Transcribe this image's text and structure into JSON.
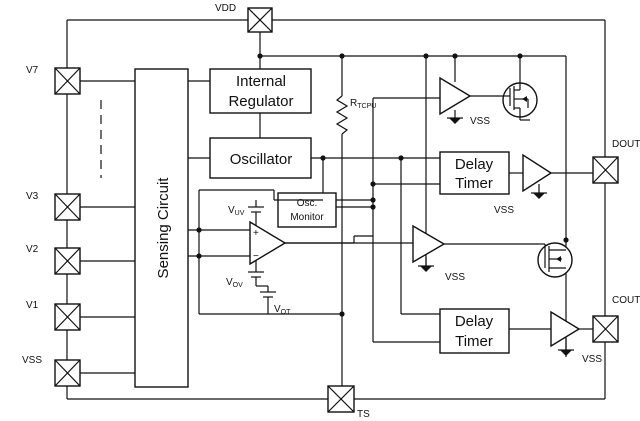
{
  "pins": {
    "vdd": "VDD",
    "v7": "V7",
    "v3": "V3",
    "v2": "V2",
    "v1": "V1",
    "vss": "VSS",
    "ts": "TS",
    "dout": "DOUT",
    "cout": "COUT"
  },
  "blocks": {
    "internal_regulator_line1": "Internal",
    "internal_regulator_line2": "Regulator",
    "oscillator": "Oscillator",
    "sensing_circuit": "Sensing Circuit",
    "osc_monitor_line1": "Osc.",
    "osc_monitor_line2": "Monitor",
    "delay_timer_top_line1": "Delay",
    "delay_timer_top_line2": "Timer",
    "delay_timer_bottom_line1": "Delay",
    "delay_timer_bottom_line2": "Timer"
  },
  "labels": {
    "r_main": "R",
    "r_sub": "TCPU",
    "v_uv_main": "V",
    "v_uv_sub": "UV",
    "v_ov_main": "V",
    "v_ov_sub": "OV",
    "v_ot_main": "V",
    "v_ot_sub": "OT",
    "vss_fet_top": "VSS",
    "vss_delay_top": "VSS",
    "vss_mid": "VSS",
    "vss_cout": "VSS",
    "comparator_plus": "+",
    "comparator_minus": "−"
  }
}
